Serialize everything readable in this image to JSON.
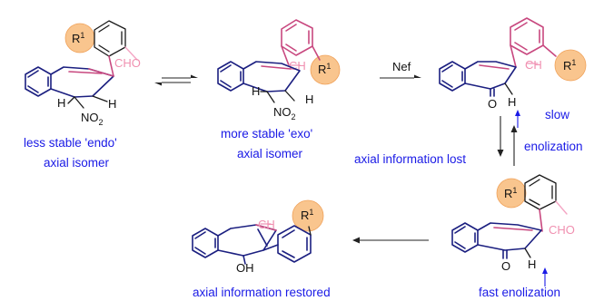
{
  "captions": {
    "endo_line1": "less stable 'endo'",
    "endo_line2": "axial isomer",
    "exo_line1": "more stable 'exo'",
    "exo_line2": "axial isomer",
    "slow_line1": "slow",
    "slow_line2": "enolization",
    "info_lost": "axial information lost",
    "fast": "fast enolization",
    "info_restored": "axial information restored"
  },
  "reagent": "Nef",
  "labels": {
    "r_group": "R",
    "r_sup": "1",
    "cho": "CHO",
    "ch": "CH",
    "h": "H",
    "o": "O",
    "oh": "OH",
    "no2_main": "NO",
    "no2_sub": "2"
  },
  "colors": {
    "text_blue": "#1a1ae6",
    "bond_navy": "#1b1f80",
    "bond_pink": "#c8487f",
    "r_ball": "#f9c58e"
  }
}
